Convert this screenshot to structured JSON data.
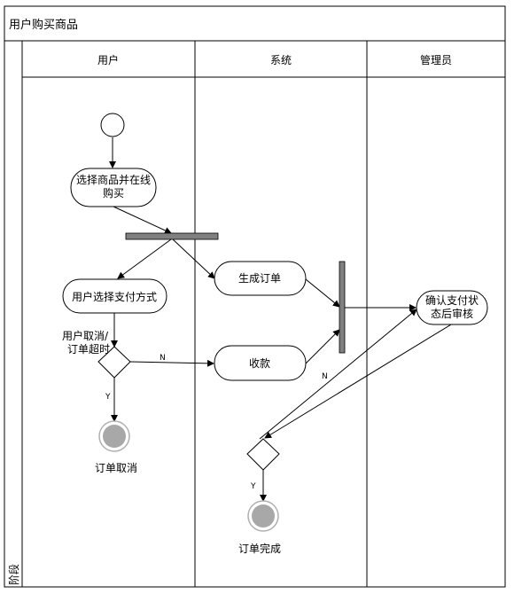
{
  "diagram": {
    "title": "用户购买商品",
    "phase_label": "阶段",
    "lanes": [
      {
        "name": "用户"
      },
      {
        "name": "系统"
      },
      {
        "name": "管理员"
      }
    ],
    "nodes": {
      "select_goods": {
        "line1": "选择商品并在线",
        "line2": "购买"
      },
      "choose_payment": {
        "label": "用户选择支付方式"
      },
      "generate_order": {
        "label": "生成订单"
      },
      "receive_payment": {
        "label": "收款"
      },
      "confirm_payment": {
        "line1": "确认支付状",
        "line2": "态后审核"
      },
      "order_cancelled": {
        "label": "订单取消"
      },
      "order_completed": {
        "label": "订单完成"
      }
    },
    "guards": {
      "timeout_line1": "用户取消/",
      "timeout_line2": "订单超时",
      "d1_yes": "Y",
      "d1_no": "N",
      "d2_no": "N",
      "d2_yes": "Y"
    },
    "colors": {
      "line": "#000000",
      "bar": "#808080",
      "final_fill": "#a8a8a8",
      "node_fill": "#ffffff"
    }
  }
}
